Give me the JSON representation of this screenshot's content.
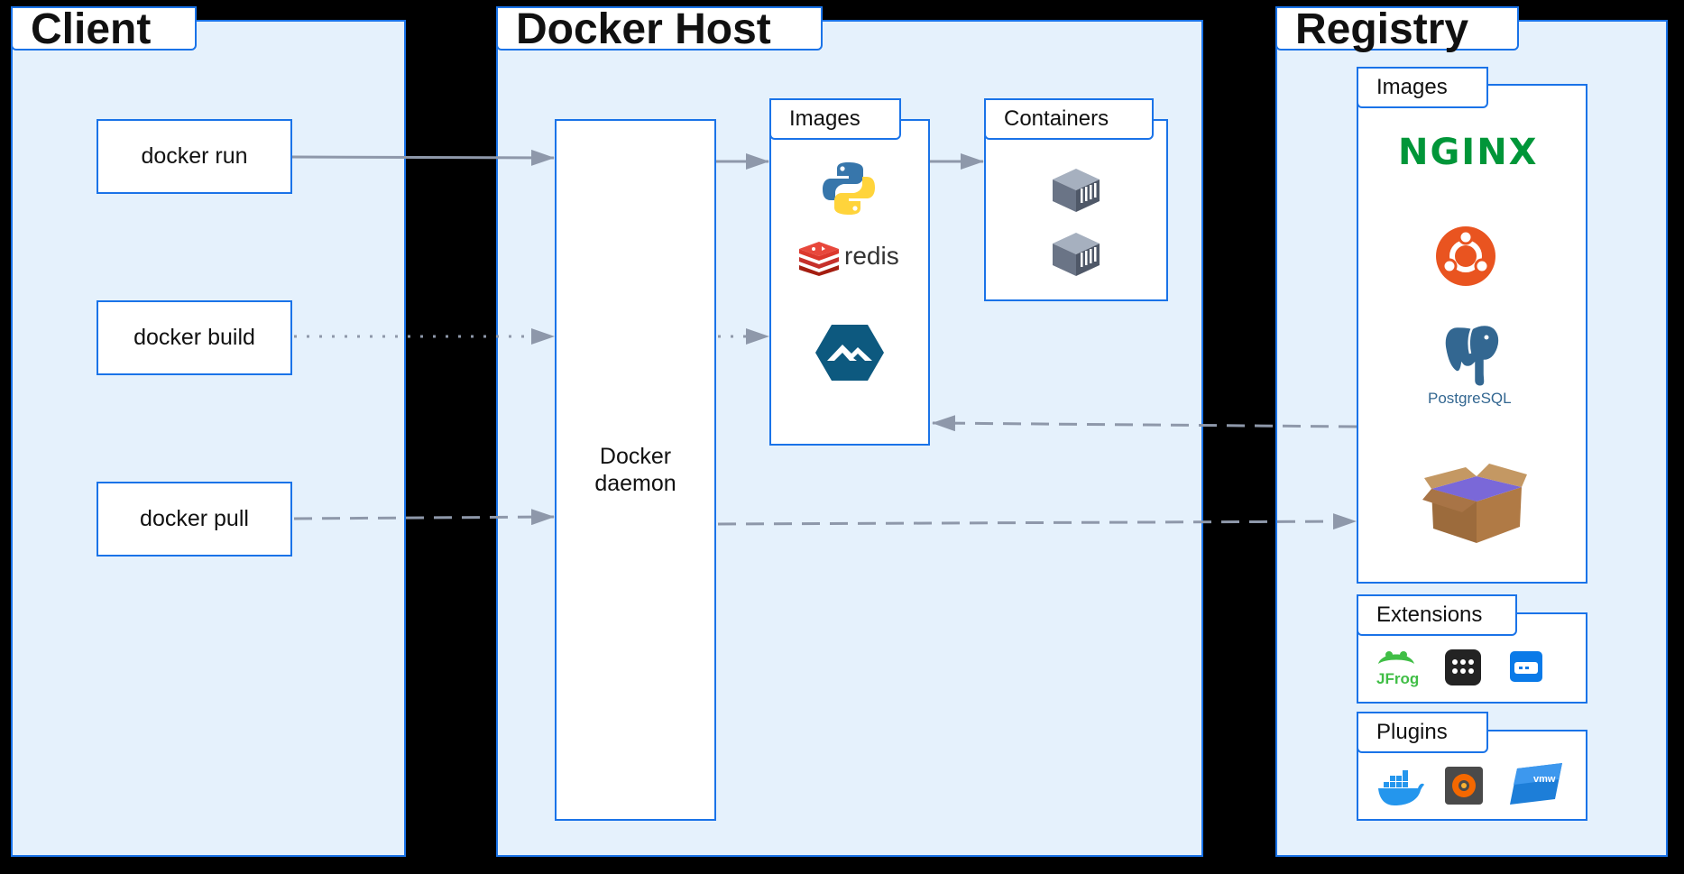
{
  "client": {
    "title": "Client",
    "commands": [
      "docker run",
      "docker build",
      "docker pull"
    ]
  },
  "host": {
    "title": "Docker Host",
    "daemon_line1": "Docker",
    "daemon_line2": "daemon",
    "images_label": "Images",
    "containers_label": "Containers",
    "image_icons": [
      "python-icon",
      "redis-icon",
      "alpine-icon"
    ],
    "redis_text": "redis"
  },
  "registry": {
    "title": "Registry",
    "images_label": "Images",
    "extensions_label": "Extensions",
    "plugins_label": "Plugins",
    "nginx_text": "NGINX",
    "postgres_text": "PostgreSQL",
    "jfrog_text": "JFrog",
    "vmw_text": "vmw"
  },
  "colors": {
    "panel": "#e5f1fc",
    "border": "#1a73e8",
    "arrow": "#8e98aa",
    "nginx": "#009639",
    "ubuntu": "#e95420",
    "postgres": "#336791"
  }
}
